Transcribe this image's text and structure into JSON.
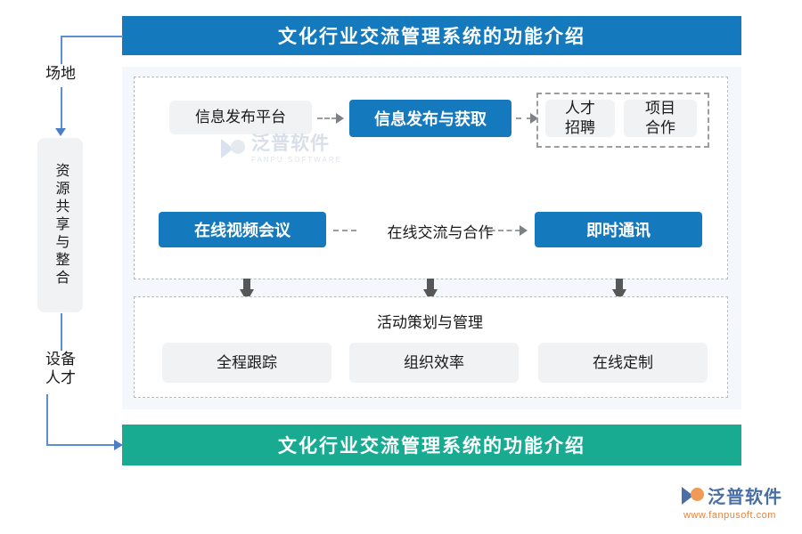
{
  "header": {
    "title": "文化行业交流管理系统的功能介绍",
    "color": "#1479bd"
  },
  "footer": {
    "title": "文化行业交流管理系统的功能介绍",
    "color": "#18ab91"
  },
  "sidebar": {
    "top_label": "场地",
    "resource_box": "资源共享与整合",
    "bottom_label": "设备\n人才",
    "line_color": "#5b8fd4"
  },
  "flow": {
    "row_top": {
      "source": "信息发布平台",
      "center": "信息发布与获取",
      "group": [
        {
          "label": "人才\n招聘"
        },
        {
          "label": "项目\n合作"
        }
      ]
    },
    "row_middle": {
      "left": "在线视频会议",
      "connector_label": "在线交流与合作",
      "right": "即时通讯"
    },
    "row_bottom": {
      "title": "活动策划与管理",
      "items": [
        {
          "label": "全程跟踪"
        },
        {
          "label": "组织效率"
        },
        {
          "label": "在线定制"
        }
      ]
    }
  },
  "watermark": {
    "cn": "泛普软件",
    "en": "FANPU SOFTWARE"
  },
  "brand": {
    "cn": "泛普软件",
    "url": "www.fanpusoft.com"
  }
}
